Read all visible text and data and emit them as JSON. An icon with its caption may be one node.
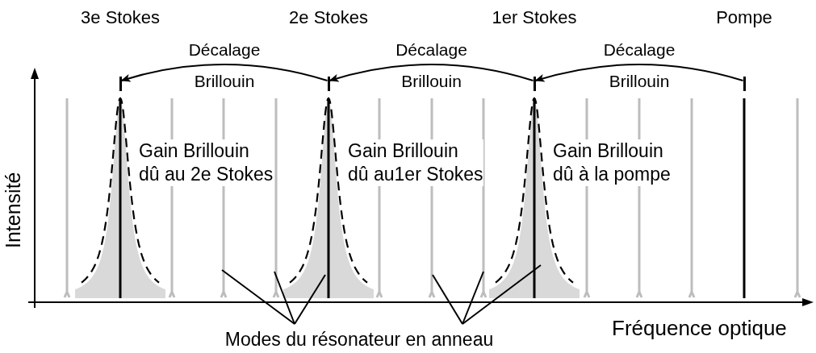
{
  "diagram": {
    "nodes": [
      {
        "text": [],
        "shape": "bar",
        "beside": [
          "3e Stokes"
        ]
      },
      {
        "text": [],
        "shape": "bar",
        "beside": [
          "2e Stokes"
        ]
      },
      {
        "text": [],
        "shape": "bar",
        "beside": [
          "1er Stokes"
        ]
      },
      {
        "text": [],
        "shape": "bar",
        "beside": [
          "Pompe"
        ]
      },
      {
        "text": [
          "Modes du résonateur en anneau"
        ]
      }
    ],
    "edges": [
      {
        "from": 3,
        "to": 2,
        "arrow": "to",
        "label": "Décalage Brillouin"
      },
      {
        "from": 2,
        "to": 1,
        "arrow": "to",
        "label": "Décalage Brillouin"
      },
      {
        "from": 1,
        "to": 0,
        "arrow": "to",
        "label": "Décalage Brillouin"
      },
      {
        "from": 4,
        "to": null,
        "arrow": "none"
      },
      {
        "from": 4,
        "to": null,
        "arrow": "none"
      },
      {
        "from": 4,
        "to": null,
        "arrow": "none"
      },
      {
        "from": 4,
        "to": null,
        "arrow": "none"
      },
      {
        "from": 4,
        "to": null,
        "arrow": "none"
      },
      {
        "from": 4,
        "to": null,
        "arrow": "none"
      }
    ],
    "labels": [
      "Gain Brillouin dû au 2e Stokes",
      "Gain Brillouin dû au1er Stokes",
      "Gain Brillouin dû à la pompe",
      "Intensité",
      "Fréquence optique"
    ]
  }
}
